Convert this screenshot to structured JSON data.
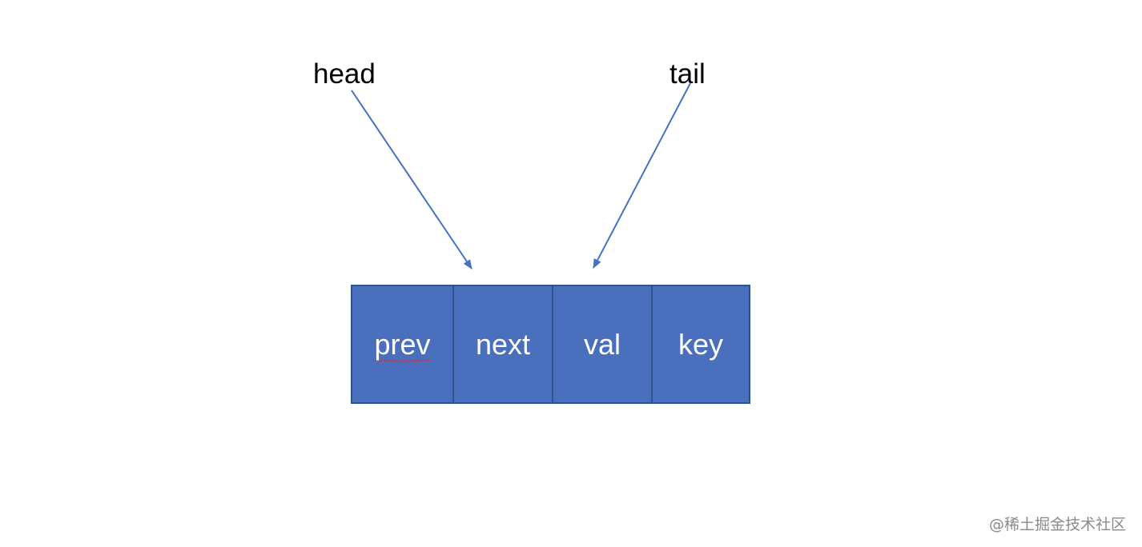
{
  "pointers": {
    "head": "head",
    "tail": "tail"
  },
  "node": {
    "fields": [
      "prev",
      "next",
      "val",
      "key"
    ]
  },
  "watermark": "@稀土掘金技术社区",
  "colors": {
    "cell_fill": "#4a6fbd",
    "cell_border": "#2f528f",
    "arrow": "#4472c4",
    "text_light": "#ffffff",
    "text_dark": "#000000"
  }
}
